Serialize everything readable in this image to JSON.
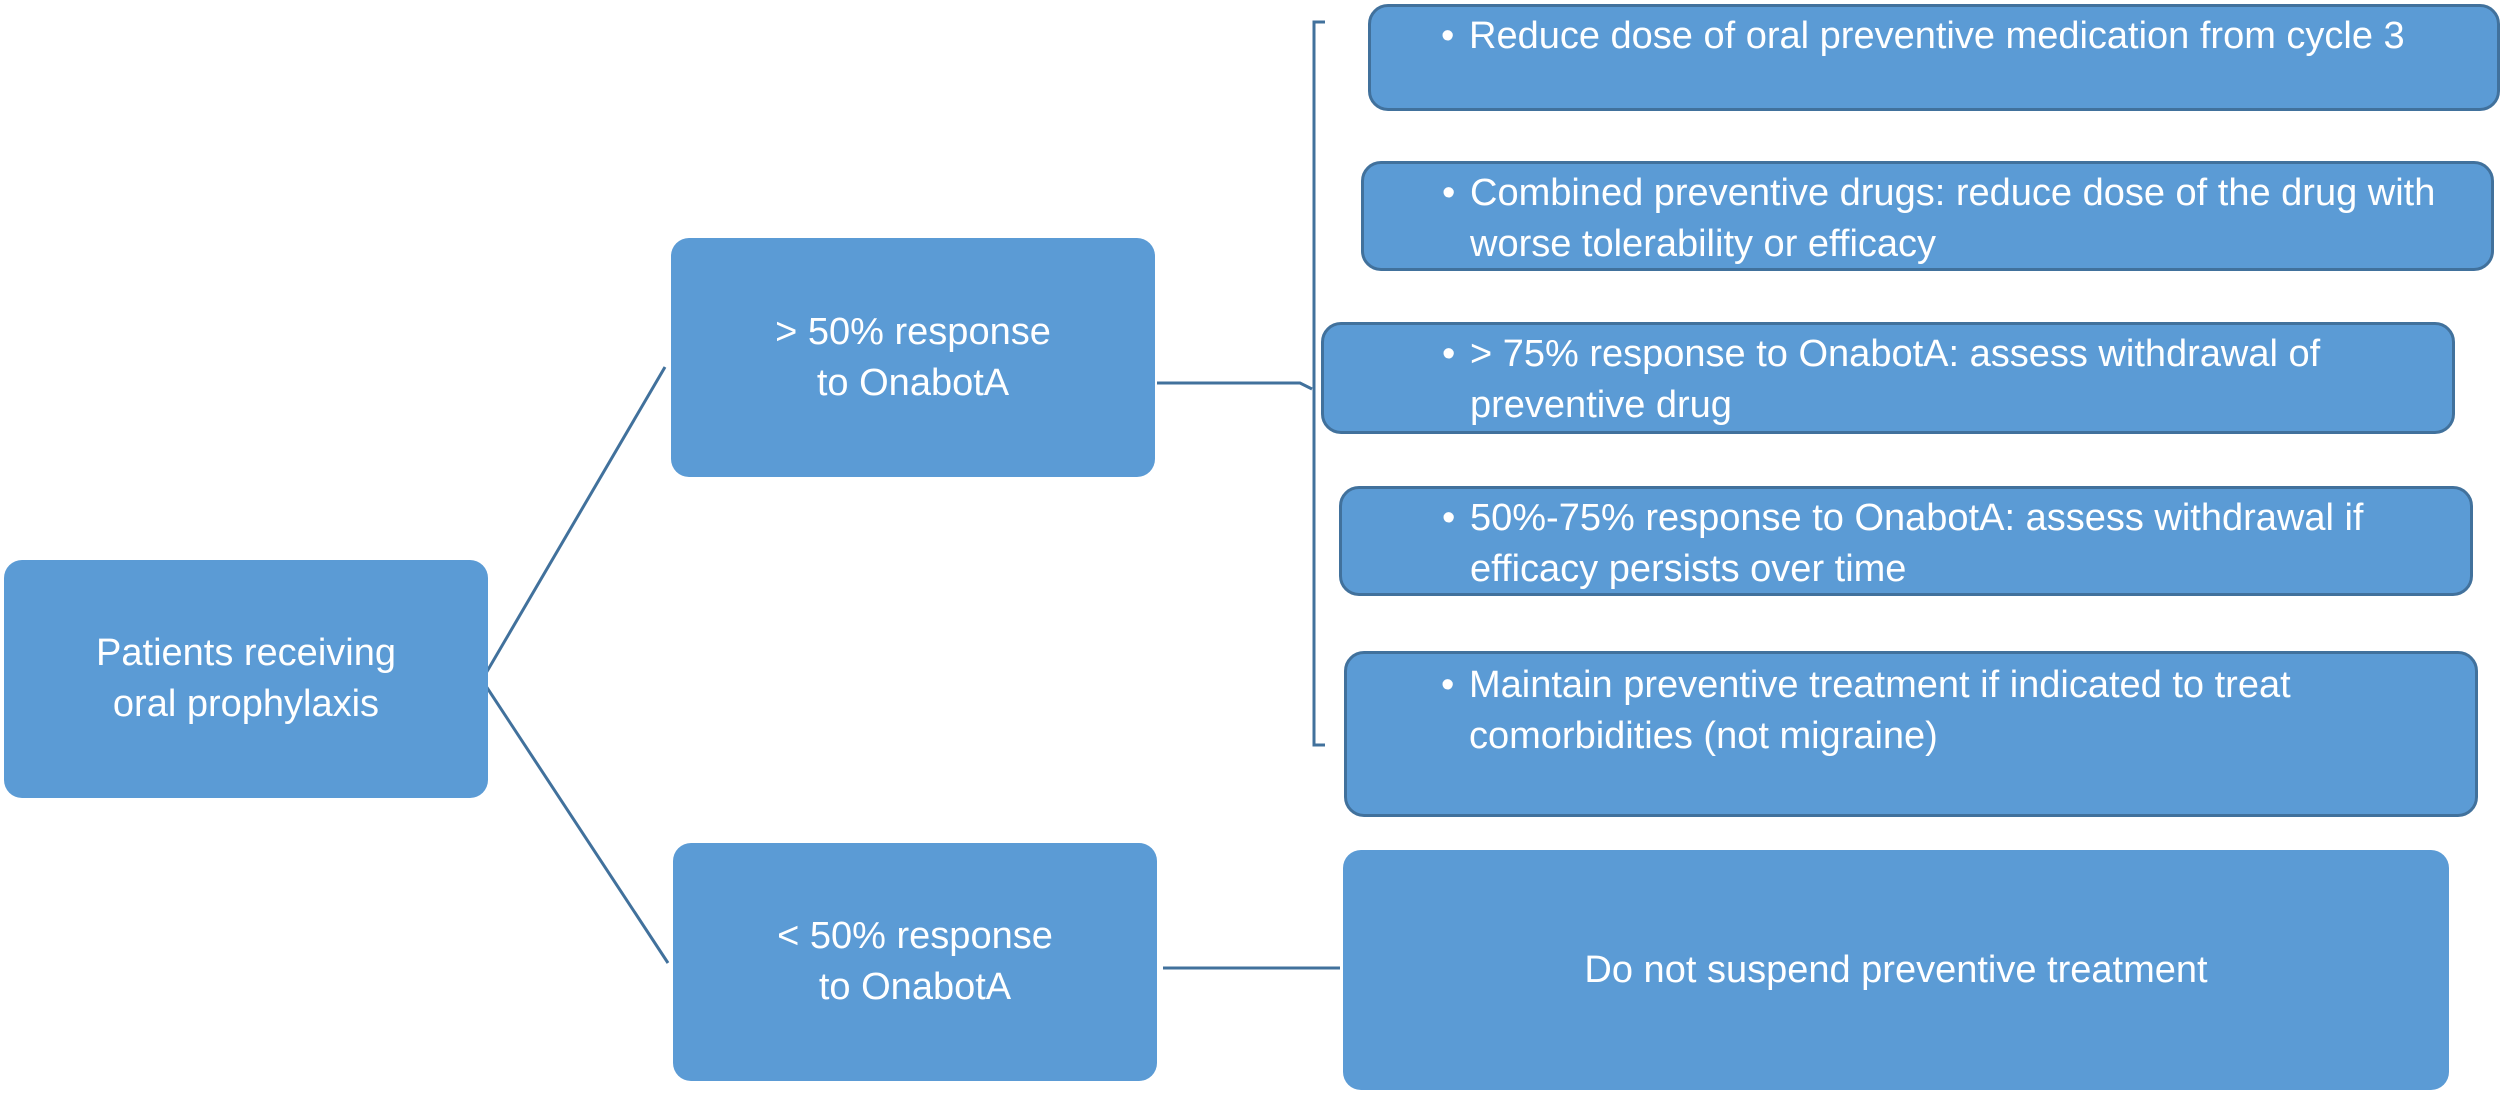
{
  "colors": {
    "box_fill": "#5b9bd5",
    "box_border": "#41719c",
    "connector": "#41719c",
    "text": "#ffffff"
  },
  "root": {
    "label": "Patients receiving\noral prophylaxis"
  },
  "branches": [
    {
      "label": "> 50% response\nto OnabotA"
    },
    {
      "label": "< 50% response\nto OnabotA"
    }
  ],
  "bullet_glyph": "•",
  "high_response_actions": [
    {
      "text": "Reduce dose of oral preventive medication from cycle 3"
    },
    {
      "text": "Combined preventive drugs: reduce dose of the drug with worse tolerability or efficacy"
    },
    {
      "text": "> 75% response to OnabotA: assess withdrawal of preventive drug"
    },
    {
      "text": "50%-75% response to OnabotA: assess withdrawal if efficacy persists over time"
    },
    {
      "text": "Maintain preventive treatment if indicated to treat comorbidities (not migraine)"
    }
  ],
  "low_response_action": {
    "text": "Do not suspend preventive treatment"
  }
}
